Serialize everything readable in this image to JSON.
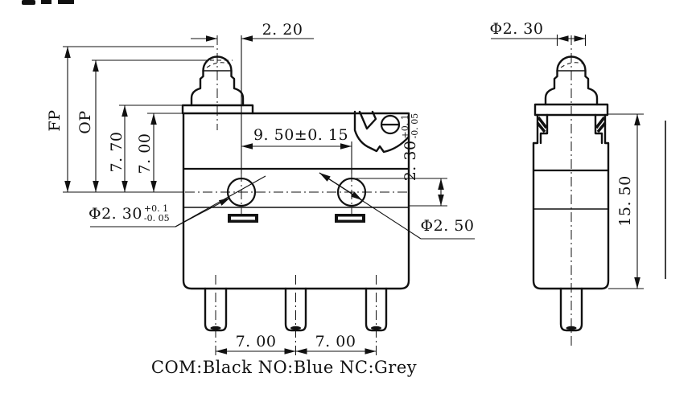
{
  "front_view": {
    "tip_offset": "2. 20",
    "hole_spacing": "9. 50±0. 15",
    "fp": "FP",
    "op": "OP",
    "h770": "7. 70",
    "h700": "7. 00",
    "hole_left_dia": {
      "main": "Φ2. 30",
      "tol_plus": "+0. 1",
      "tol_minus": "-0. 05"
    },
    "hole_right_dia": "Φ2. 50",
    "slot_height": {
      "main": "2. 30",
      "tol_plus": "+0. 1",
      "tol_minus": "-0. 05"
    },
    "pitch_left": "7. 00",
    "pitch_right": "7. 00"
  },
  "side_view": {
    "plunger_dia": "Φ2. 30",
    "body_height": "15. 50"
  },
  "legend": {
    "wiring": "COM:Black NO:Blue NC:Grey"
  },
  "colors": {
    "line": "#111111",
    "background": "#ffffff"
  }
}
